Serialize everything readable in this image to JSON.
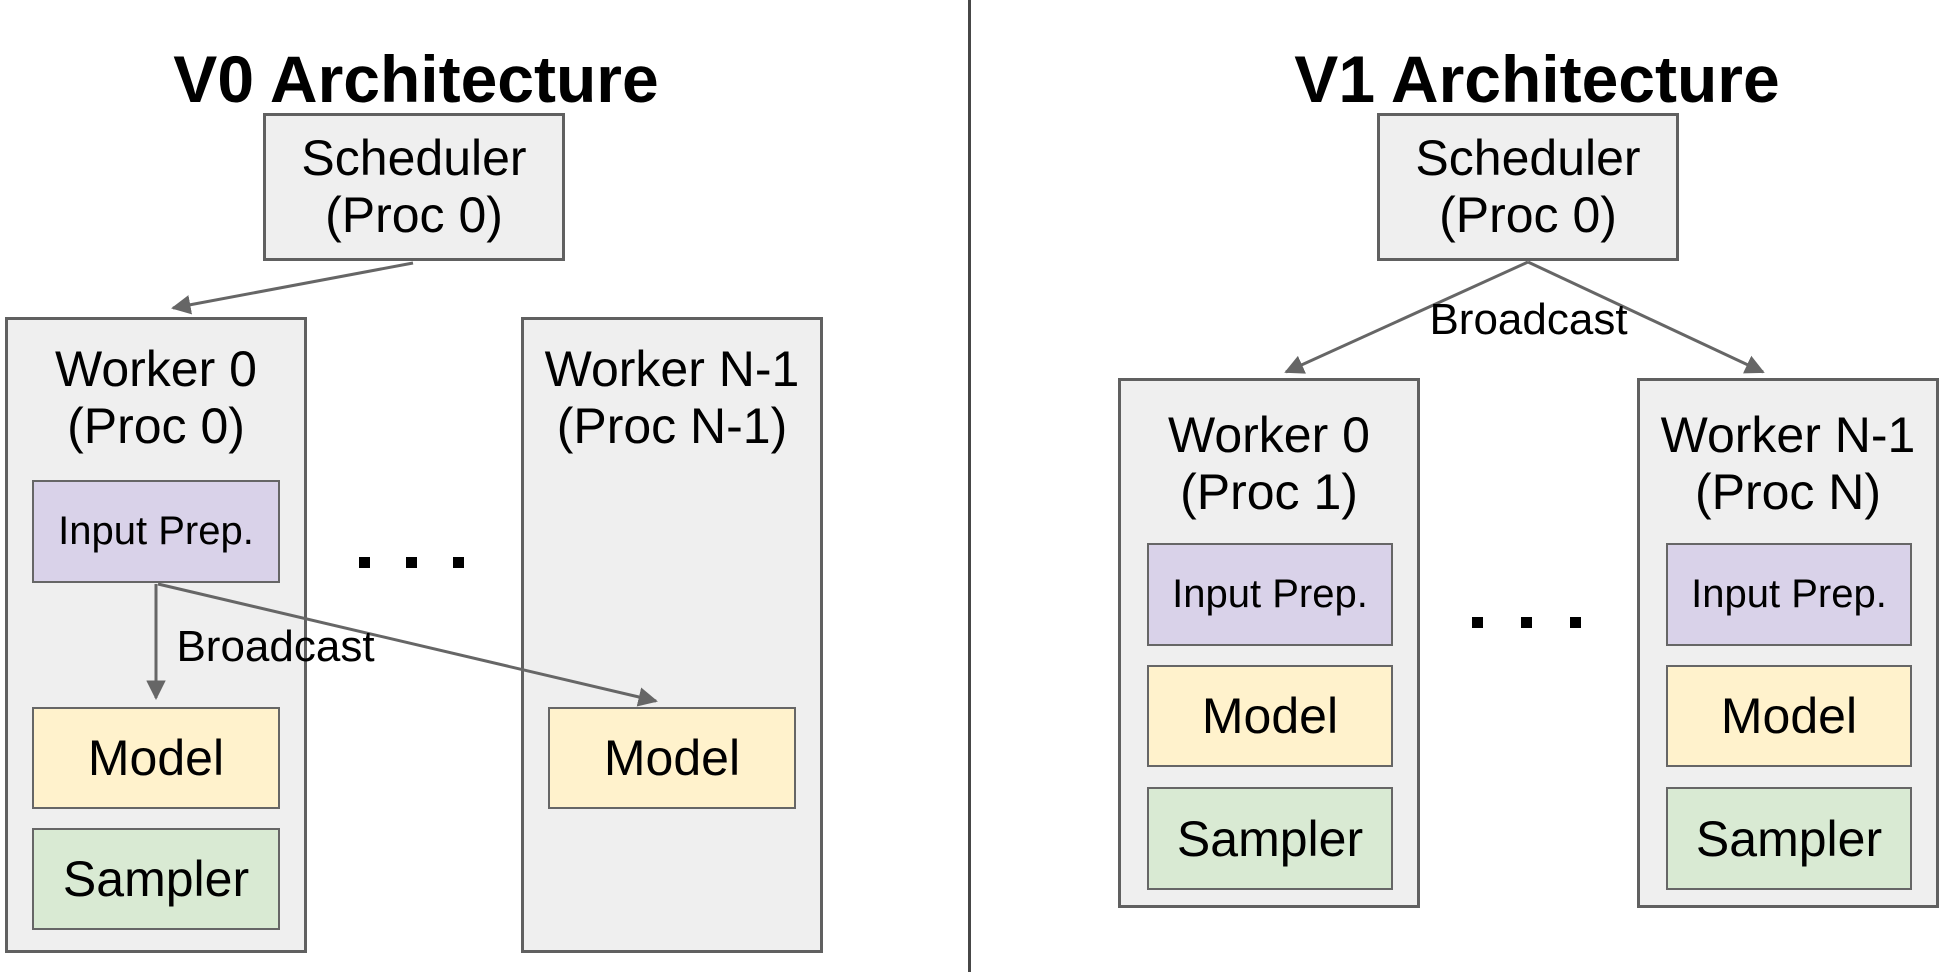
{
  "colors": {
    "background": "#ffffff",
    "container_fill": "#efefef",
    "container_border": "#606060",
    "input_prep_fill": "#d9d2e9",
    "model_fill": "#fff2cc",
    "sampler_fill": "#d9ead3",
    "arrow": "#666666",
    "divider": "#474747",
    "text": "#000000"
  },
  "v0": {
    "title": "V0 Architecture",
    "scheduler": {
      "name": "Scheduler",
      "proc": "(Proc 0)"
    },
    "broadcast_label": "Broadcast",
    "ellipsis": ". . .",
    "worker0": {
      "name": "Worker 0",
      "proc": "(Proc 0)",
      "input_prep_label": "Input Prep.",
      "model_label": "Model",
      "sampler_label": "Sampler"
    },
    "workerN": {
      "name": "Worker N-1",
      "proc": "(Proc N-1)",
      "model_label": "Model"
    }
  },
  "v1": {
    "title": "V1 Architecture",
    "scheduler": {
      "name": "Scheduler",
      "proc": "(Proc 0)"
    },
    "broadcast_label": "Broadcast",
    "ellipsis": ". . .",
    "worker0": {
      "name": "Worker 0",
      "proc": "(Proc 1)",
      "input_prep_label": "Input Prep.",
      "model_label": "Model",
      "sampler_label": "Sampler"
    },
    "workerN": {
      "name": "Worker N-1",
      "proc": "(Proc N)",
      "input_prep_label": "Input Prep.",
      "model_label": "Model",
      "sampler_label": "Sampler"
    }
  }
}
